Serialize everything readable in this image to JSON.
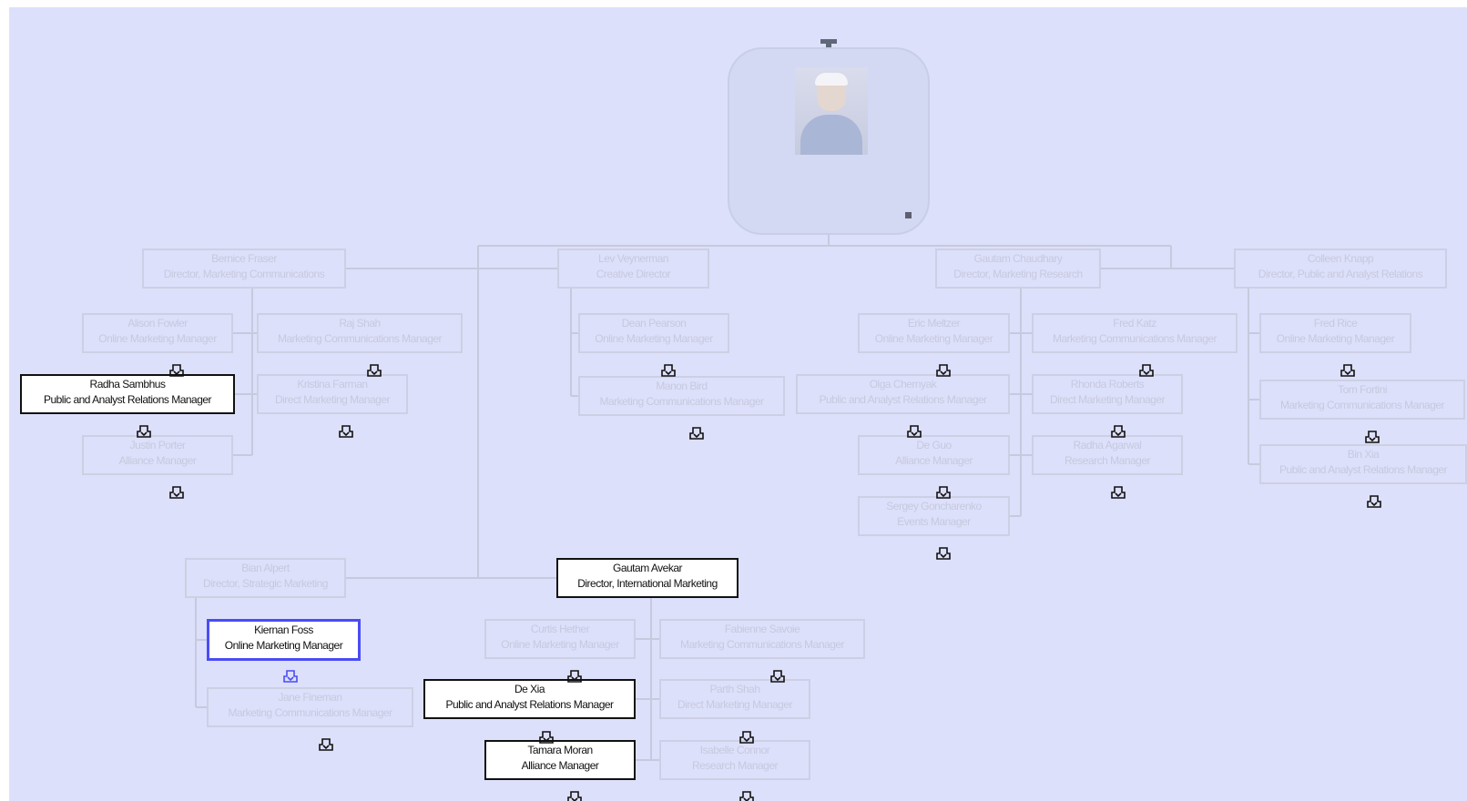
{
  "chart": {
    "root": {
      "name": "",
      "title": ""
    },
    "nodes": [
      {
        "id": "n1",
        "name": "Bernice Fraser",
        "title": "Director, Marketing Communications",
        "state": "dim"
      },
      {
        "id": "n2",
        "name": "Lev Veynerman",
        "title": "Creative Director",
        "state": "dim"
      },
      {
        "id": "n3",
        "name": "Gautam Chaudhary",
        "title": "Director, Marketing Research",
        "state": "dim"
      },
      {
        "id": "n4",
        "name": "Colleen Knapp",
        "title": "Director, Public and Analyst Relations",
        "state": "dim"
      },
      {
        "id": "n5",
        "name": "Alison Fowler",
        "title": "Online Marketing Manager",
        "state": "dim"
      },
      {
        "id": "n6",
        "name": "Raj Shah",
        "title": "Marketing Communications Manager",
        "state": "dim"
      },
      {
        "id": "n7",
        "name": "Radha Sambhus",
        "title": "Public and Analyst Relations Manager",
        "state": "active"
      },
      {
        "id": "n8",
        "name": "Kristina Farman",
        "title": "Direct Marketing Manager",
        "state": "dim"
      },
      {
        "id": "n9",
        "name": "Justin Porter",
        "title": "Alliance Manager",
        "state": "dim"
      },
      {
        "id": "n10",
        "name": "Dean Pearson",
        "title": "Online Marketing Manager",
        "state": "dim"
      },
      {
        "id": "n11",
        "name": "Manon Bird",
        "title": "Marketing Communications Manager",
        "state": "dim"
      },
      {
        "id": "n12",
        "name": "Eric Meltzer",
        "title": "Online Marketing Manager",
        "state": "dim"
      },
      {
        "id": "n13",
        "name": "Fred Katz",
        "title": "Marketing Communications Manager",
        "state": "dim"
      },
      {
        "id": "n14",
        "name": "Olga Chernyak",
        "title": "Public and Analyst Relations Manager",
        "state": "dim"
      },
      {
        "id": "n15",
        "name": "Rhonda Roberts",
        "title": "Direct Marketing Manager",
        "state": "dim"
      },
      {
        "id": "n16",
        "name": "De Guo",
        "title": "Alliance Manager",
        "state": "dim"
      },
      {
        "id": "n17",
        "name": "Radha Agarwal",
        "title": "Research Manager",
        "state": "dim"
      },
      {
        "id": "n18",
        "name": "Sergey Goncharenko",
        "title": "Events Manager",
        "state": "dim"
      },
      {
        "id": "n19",
        "name": "Fred Rice",
        "title": "Online Marketing Manager",
        "state": "dim"
      },
      {
        "id": "n20",
        "name": "Tom Fortini",
        "title": "Marketing Communications Manager",
        "state": "dim"
      },
      {
        "id": "n21",
        "name": "Bin Xia",
        "title": "Public and Analyst Relations Manager",
        "state": "dim"
      },
      {
        "id": "n22",
        "name": "Bian Alpert",
        "title": "Director, Strategic Marketing",
        "state": "dim"
      },
      {
        "id": "n23",
        "name": "Gautam Avekar",
        "title": "Director, International Marketing",
        "state": "active"
      },
      {
        "id": "n24",
        "name": "Kiernan Foss",
        "title": "Online Marketing Manager",
        "state": "sel"
      },
      {
        "id": "n25",
        "name": "Jane Fineman",
        "title": "Marketing Communications Manager",
        "state": "dim"
      },
      {
        "id": "n26",
        "name": "Curtis Hether",
        "title": "Online Marketing Manager",
        "state": "dim"
      },
      {
        "id": "n27",
        "name": "Fabienne Savoie",
        "title": "Marketing Communications Manager",
        "state": "dim"
      },
      {
        "id": "n28",
        "name": "De Xia",
        "title": "Public and Analyst Relations Manager",
        "state": "active"
      },
      {
        "id": "n29",
        "name": "Parth Shah",
        "title": "Direct Marketing Manager",
        "state": "dim"
      },
      {
        "id": "n30",
        "name": "Tamara Moran",
        "title": "Alliance Manager",
        "state": "active"
      },
      {
        "id": "n31",
        "name": "Isabelle Connor",
        "title": "Research Manager",
        "state": "dim"
      }
    ],
    "colors": {
      "background": "#dde0fa",
      "line": "#c7cade",
      "active_border": "#111111",
      "selected_border": "#4a4cf5"
    }
  }
}
